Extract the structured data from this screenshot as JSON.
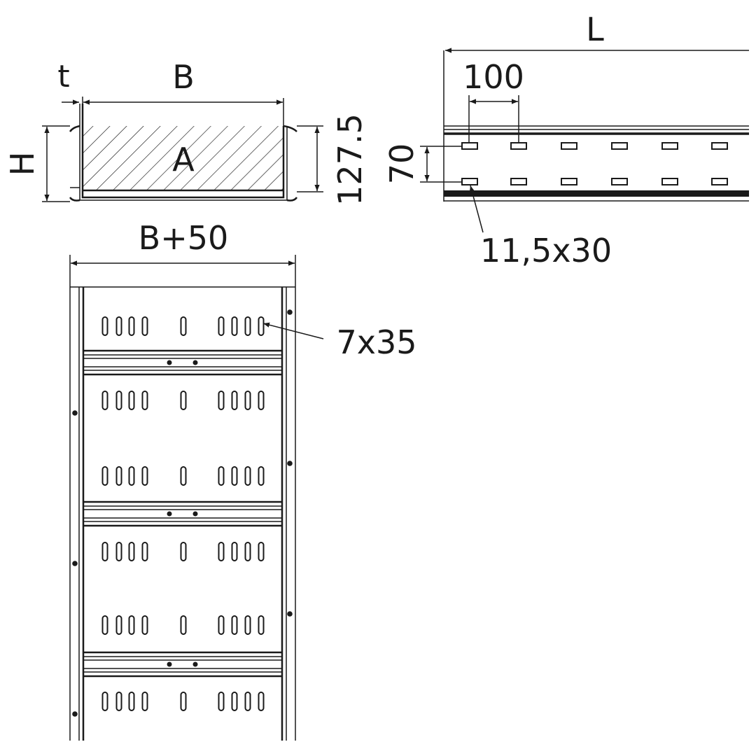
{
  "colors": {
    "line": "#1a1a1a",
    "background": "#ffffff"
  },
  "cross_section": {
    "label_t": "t",
    "label_B": "B",
    "label_H": "H",
    "label_A": "A",
    "label_height": "127.5"
  },
  "side_view": {
    "label_L": "L",
    "label_pitch": "100",
    "label_spacing": "70",
    "label_hole": "11,5x30"
  },
  "top_view": {
    "label_width": "B+50",
    "label_slot": "7x35"
  }
}
